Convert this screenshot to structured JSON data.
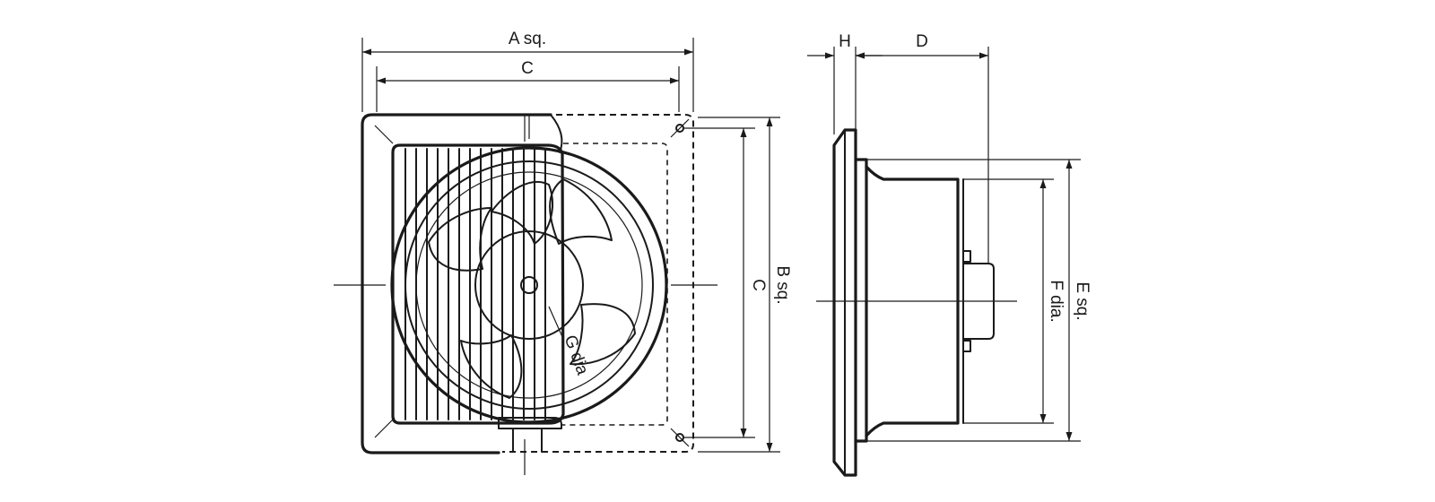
{
  "labels": {
    "front_width": "A sq.",
    "front_inner_width": "C",
    "front_inner_height": "C",
    "front_height": "B sq.",
    "impeller_dia": "G dia",
    "side_flange": "H",
    "side_depth": "D",
    "side_motor_dia": "F dia.",
    "side_height": "E sq."
  }
}
